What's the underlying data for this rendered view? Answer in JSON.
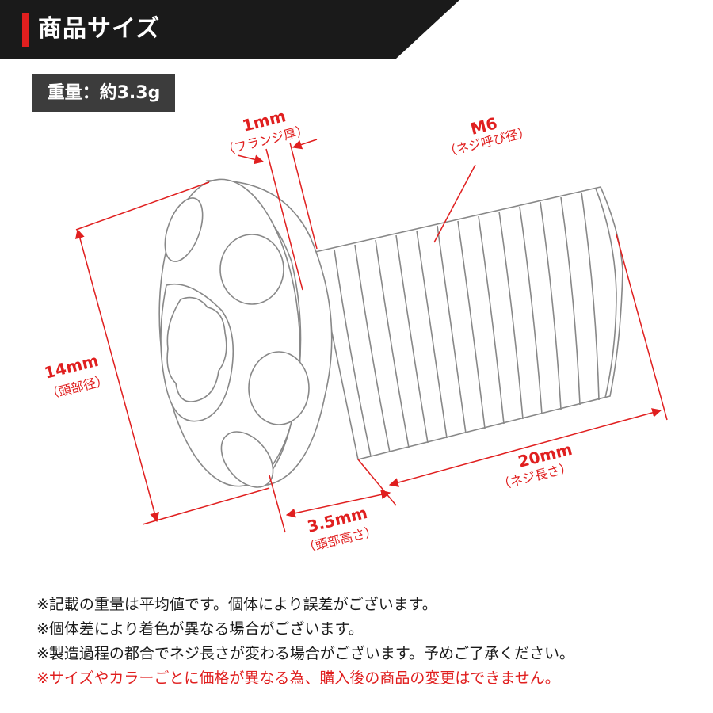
{
  "header": {
    "title": "商品サイズ"
  },
  "weight": {
    "label": "重量：約3.3g"
  },
  "diagram": {
    "flange": {
      "value": "1mm",
      "sub": "（フランジ厚）"
    },
    "thread": {
      "value": "M6",
      "sub": "（ネジ呼び径）"
    },
    "head_diameter": {
      "value": "14mm",
      "sub": "（頭部径）"
    },
    "length": {
      "value": "20mm",
      "sub": "（ネジ長さ）"
    },
    "head_height": {
      "value": "3.5mm",
      "sub": "（頭部高さ）"
    }
  },
  "notes": [
    "※記載の重量は平均値です。個体により誤差がございます。",
    "※個体差により着色が異なる場合がございます。",
    "※製造過程の都合でネジ長さが変わる場合がございます。予めご了承ください。"
  ],
  "warning": "※サイズやカラーごとに価格が異なる為、購入後の商品の変更はできません。",
  "colors": {
    "accent": "#e01f1f",
    "bar": "#1a1a1a",
    "badge": "#3c3c3c"
  }
}
